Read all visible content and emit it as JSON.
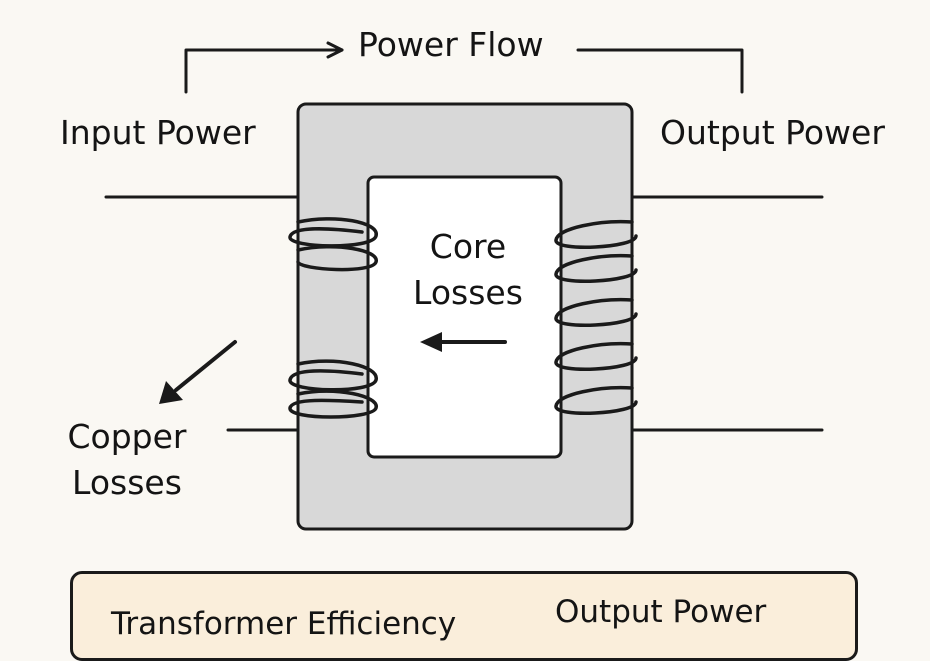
{
  "labels": {
    "power_flow": "Power Flow",
    "input_power": "Input Power",
    "output_power": "Output Power",
    "core_losses_line1": "Core",
    "core_losses_line2": "Losses",
    "copper_losses_line1": "Copper",
    "copper_losses_line2": "Losses"
  },
  "formula": {
    "title": "Transformer Efficiency",
    "numerator": "Output Power"
  },
  "colors": {
    "background": "#faf8f3",
    "core_fill": "#d8d8d8",
    "window_fill": "#ffffff",
    "stroke": "#1a1a1a",
    "formula_box_fill": "#faeedb"
  }
}
